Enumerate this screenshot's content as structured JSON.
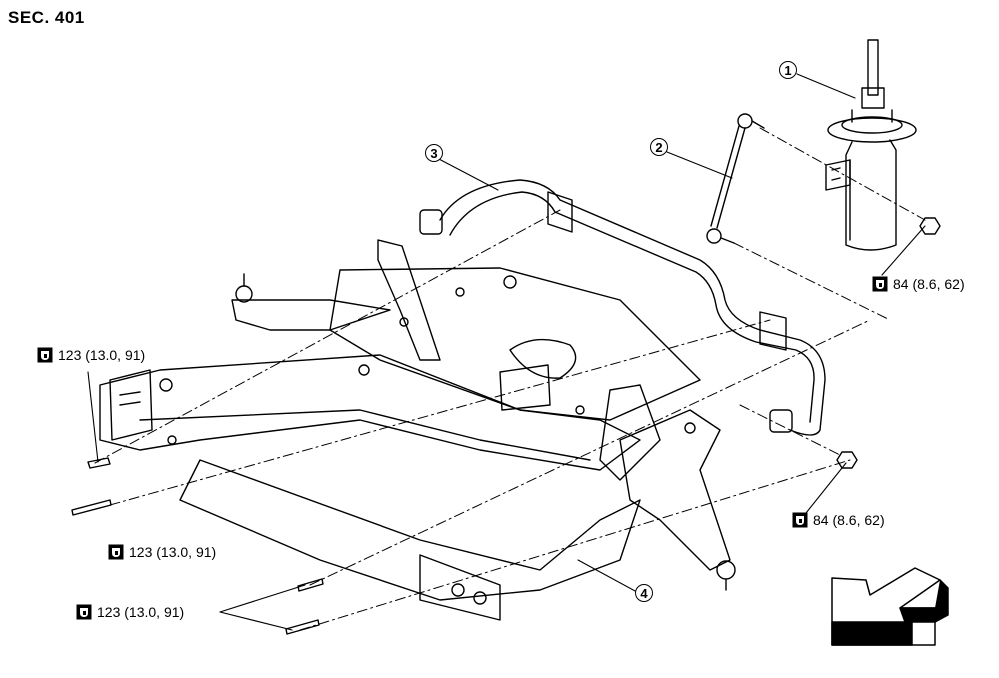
{
  "section": {
    "title": "SEC. 401"
  },
  "callouts": [
    "1",
    "2",
    "3",
    "4"
  ],
  "torque_specs": {
    "spec_84_upper": "84 (8.6, 62)",
    "spec_84_lower": "84 (8.6, 62)",
    "spec_123_left": "123 (13.0, 91)",
    "spec_123_middle": "123 (13.0, 91)",
    "spec_123_bottom": "123 (13.0, 91)"
  },
  "icons": {
    "torque": "torque-wrench-icon",
    "direction": "front-direction-arrow-icon"
  },
  "colors": {
    "ink": "#000000",
    "paper": "#ffffff"
  }
}
